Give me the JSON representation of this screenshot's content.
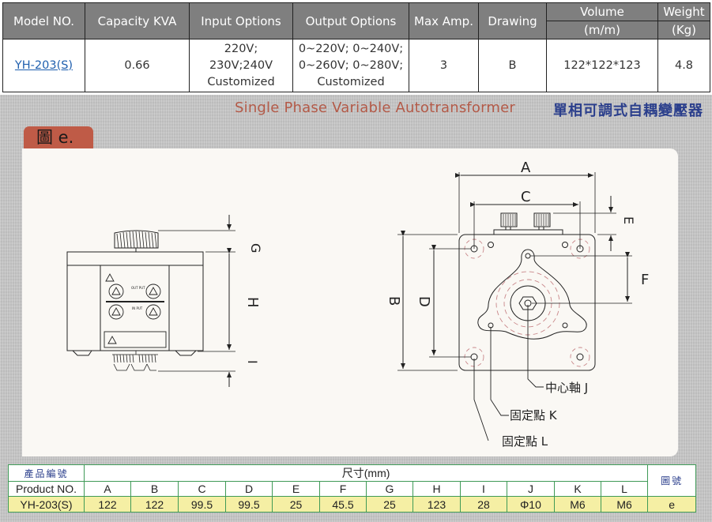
{
  "spec_table": {
    "headers": {
      "model": "Model NO.",
      "capacity": "Capacity KVA",
      "input": "Input Options",
      "output": "Output Options",
      "max_amp": "Max Amp.",
      "drawing": "Drawing",
      "volume": "Volume",
      "volume_unit": "(m/m)",
      "weight": "Weight",
      "weight_unit": "(Kg)"
    },
    "row": {
      "model": "YH-203(S)",
      "capacity": "0.66",
      "input_line1": "220V;",
      "input_line2": "230V;240V",
      "input_line3": "Customized",
      "output_line1": "0~220V; 0~240V;",
      "output_line2": "0~260V; 0~280V;",
      "output_line3": "Customized",
      "max_amp": "3",
      "drawing": "B",
      "volume": "122*122*123",
      "weight": "4.8"
    }
  },
  "banner": {
    "title_en": "Single Phase Variable Autotransformer",
    "title_zh": "單相可調式自耦變壓器",
    "figure_tag": "圖 e."
  },
  "drawing": {
    "labels": {
      "A": "A",
      "B": "B",
      "C": "C",
      "D": "D",
      "E": "E",
      "F": "F",
      "G": "G",
      "H": "H",
      "I": "I"
    },
    "callouts": {
      "center_shaft": "中心軸  J",
      "fixing_point_k": "固定點  K",
      "fixing_point_l": "固定點  L"
    }
  },
  "dims_table": {
    "product_label_zh": "產品編號",
    "product_label_en": "Product NO.",
    "dims_label": "尺寸(mm)",
    "figure_label": "圖號",
    "columns": [
      "A",
      "B",
      "C",
      "D",
      "E",
      "F",
      "G",
      "H",
      "I",
      "J",
      "K",
      "L"
    ],
    "row": {
      "product": "YH-203(S)",
      "values": [
        "122",
        "122",
        "99.5",
        "99.5",
        "25",
        "45.5",
        "25",
        "123",
        "28",
        "Φ10",
        "M6",
        "M6"
      ],
      "figure": "e"
    }
  }
}
